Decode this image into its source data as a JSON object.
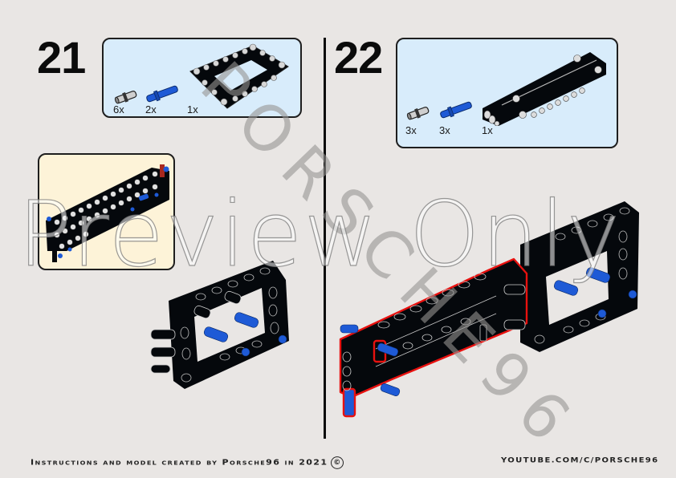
{
  "page": {
    "background": "#e9e6e4",
    "divider_color": "#0b0b0b"
  },
  "steps": [
    {
      "number": "21",
      "parts_box_color": "#d8ecfb",
      "parts": [
        {
          "name": "connector-pin-gray",
          "qty": "6x"
        },
        {
          "name": "axle-pin-blue",
          "qty": "2x"
        },
        {
          "name": "open-frame-5x7",
          "qty": "1x"
        }
      ],
      "subassembly_box_color": "#fdf3d8"
    },
    {
      "number": "22",
      "parts_box_color": "#d8ecfb",
      "parts": [
        {
          "name": "connector-pin-gray",
          "qty": "3x"
        },
        {
          "name": "axle-pin-blue",
          "qty": "3x"
        },
        {
          "name": "panel-beam-black",
          "qty": "1x"
        }
      ],
      "highlight_color": "#e8110f"
    }
  ],
  "watermarks": {
    "diagonal": "PORSCHE96",
    "preview": "Preview Only"
  },
  "footer": {
    "credit": "Instructions and model created by Porsche96 in 2021",
    "copyright_symbol": "©",
    "url": "youtube.com/c/porsche96"
  },
  "colors": {
    "lego_black": "#05080c",
    "lego_blue": "#1e5ad6",
    "lego_gray": "#c9c9c9",
    "lego_red": "#a8281e"
  }
}
